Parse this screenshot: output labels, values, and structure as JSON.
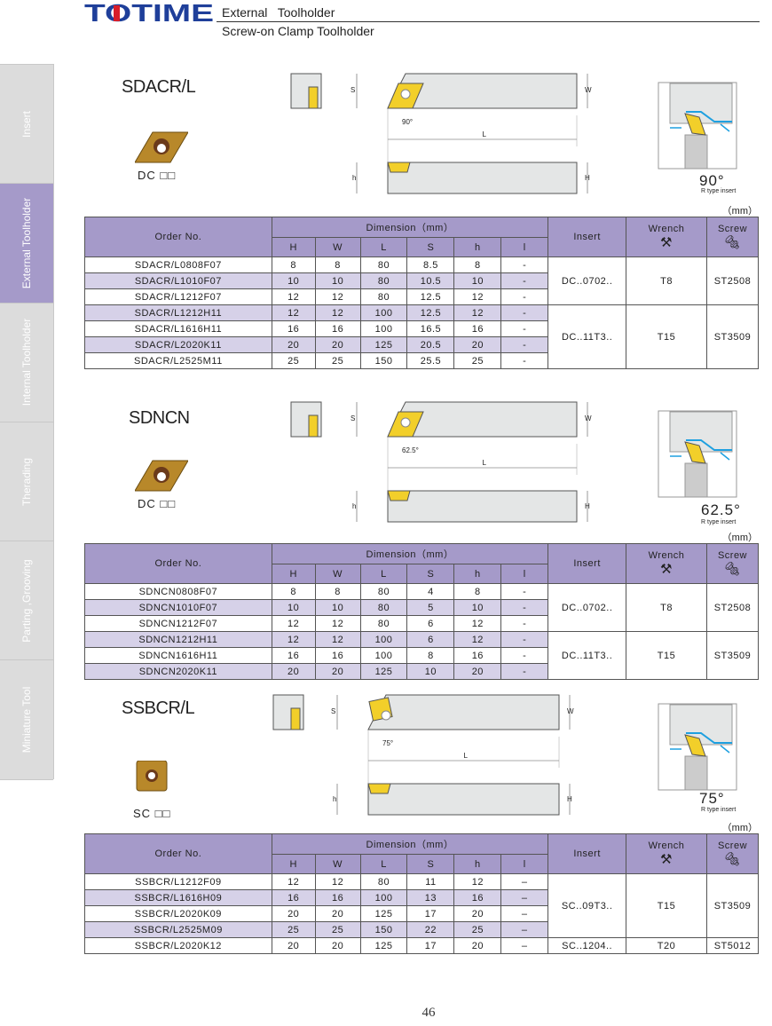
{
  "brand": {
    "logo_text": "TOTIME",
    "category": "External   Toolholder",
    "subcategory": "Screw-on Clamp Toolholder",
    "primary_color": "#1f3f9a",
    "accent_color": "#d81e2a"
  },
  "sidebar": {
    "items": [
      {
        "label": "Insert",
        "active": false
      },
      {
        "label": "External Toolholder",
        "active": true
      },
      {
        "label": "Internal Toolholder",
        "active": false
      },
      {
        "label": "Therading",
        "active": false
      },
      {
        "label": "Parting ,Grooving",
        "active": false
      },
      {
        "label": "Miniature Tool",
        "active": false
      }
    ]
  },
  "table_headers": {
    "order_no": "Order No.",
    "dimension": "Dimension（mm）",
    "cols": [
      "H",
      "W",
      "L",
      "S",
      "h",
      "l"
    ],
    "insert": "Insert",
    "wrench": "Wrench",
    "screw": "Screw"
  },
  "sections": [
    {
      "title": "SDACR/L",
      "insert_code": "DC □□",
      "angle": "90°",
      "angle_small": "90°",
      "insert_type": "R type insert",
      "unit": "（mm）",
      "dim_labels": {
        "S": "S",
        "W": "W",
        "L": "L",
        "h": "h",
        "H": "H"
      },
      "groups": [
        {
          "insert": "DC..0702..",
          "wrench": "T8",
          "screw": "ST2508",
          "rows": [
            [
              "SDACR/L0808F07",
              "8",
              "8",
              "80",
              "8.5",
              "8",
              "-"
            ],
            [
              "SDACR/L1010F07",
              "10",
              "10",
              "80",
              "10.5",
              "10",
              "-"
            ],
            [
              "SDACR/L1212F07",
              "12",
              "12",
              "80",
              "12.5",
              "12",
              "-"
            ]
          ]
        },
        {
          "insert": "DC..11T3..",
          "wrench": "T15",
          "screw": "ST3509",
          "rows": [
            [
              "SDACR/L1212H11",
              "12",
              "12",
              "100",
              "12.5",
              "12",
              "-"
            ],
            [
              "SDACR/L1616H11",
              "16",
              "16",
              "100",
              "16.5",
              "16",
              "-"
            ],
            [
              "SDACR/L2020K11",
              "20",
              "20",
              "125",
              "20.5",
              "20",
              "-"
            ],
            [
              "SDACR/L2525M11",
              "25",
              "25",
              "150",
              "25.5",
              "25",
              "-"
            ]
          ]
        }
      ]
    },
    {
      "title": "SDNCN",
      "insert_code": "DC □□",
      "angle": "62.5°",
      "angle_small": "62.5°",
      "insert_type": "R type insert",
      "unit": "（mm）",
      "dim_labels": {
        "S": "S",
        "W": "W",
        "L": "L",
        "h": "h",
        "H": "H"
      },
      "groups": [
        {
          "insert": "DC..0702..",
          "wrench": "T8",
          "screw": "ST2508",
          "rows": [
            [
              "SDNCN0808F07",
              "8",
              "8",
              "80",
              "4",
              "8",
              "-"
            ],
            [
              "SDNCN1010F07",
              "10",
              "10",
              "80",
              "5",
              "10",
              "-"
            ],
            [
              "SDNCN1212F07",
              "12",
              "12",
              "80",
              "6",
              "12",
              "-"
            ]
          ]
        },
        {
          "insert": "DC..11T3..",
          "wrench": "T15",
          "screw": "ST3509",
          "rows": [
            [
              "SDNCN1212H11",
              "12",
              "12",
              "100",
              "6",
              "12",
              "-"
            ],
            [
              "SDNCN1616H11",
              "16",
              "16",
              "100",
              "8",
              "16",
              "-"
            ],
            [
              "SDNCN2020K11",
              "20",
              "20",
              "125",
              "10",
              "20",
              "-"
            ]
          ]
        }
      ]
    },
    {
      "title": "SSBCR/L",
      "insert_code": "SC □□",
      "angle": "75°",
      "angle_small": "75°",
      "insert_type": "R type insert",
      "unit": "（mm）",
      "dim_labels": {
        "S": "S",
        "W": "W",
        "L": "L",
        "h": "h",
        "H": "H"
      },
      "groups": [
        {
          "insert": "SC..09T3..",
          "wrench": "T15",
          "screw": "ST3509",
          "rows": [
            [
              "SSBCR/L1212F09",
              "12",
              "12",
              "80",
              "11",
              "12",
              "–"
            ],
            [
              "SSBCR/L1616H09",
              "16",
              "16",
              "100",
              "13",
              "16",
              "–"
            ],
            [
              "SSBCR/L2020K09",
              "20",
              "20",
              "125",
              "17",
              "20",
              "–"
            ],
            [
              "SSBCR/L2525M09",
              "25",
              "25",
              "150",
              "22",
              "25",
              "–"
            ]
          ]
        },
        {
          "insert": "SC..1204..",
          "wrench": "T20",
          "screw": "ST5012",
          "rows": [
            [
              "SSBCR/L2020K12",
              "20",
              "20",
              "125",
              "17",
              "20",
              "–"
            ]
          ]
        }
      ]
    }
  ],
  "page_number": "46"
}
